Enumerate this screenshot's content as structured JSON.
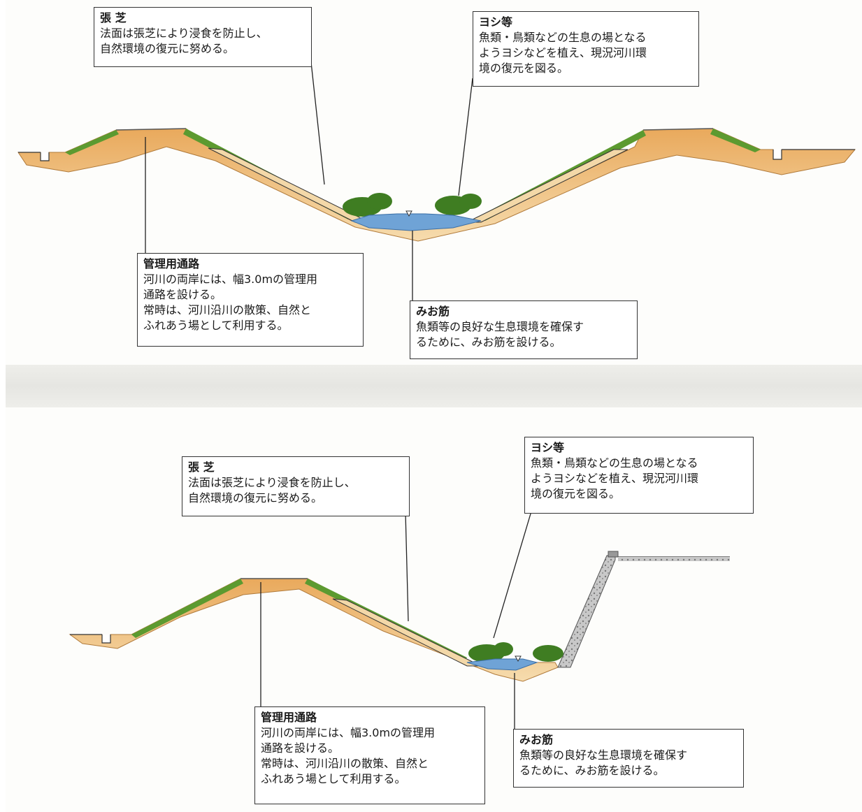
{
  "top": {
    "harishiba": {
      "title": "張 芝",
      "lines": [
        "法面は張芝により浸食を防止し、",
        "自然環境の復元に努める。"
      ]
    },
    "yoshi": {
      "title": "ヨシ等",
      "lines": [
        "魚類・鳥類などの生息の場となる",
        "ようヨシなどを植え、現況河川環",
        "境の復元を図る。"
      ]
    },
    "road": {
      "title": "管理用通路",
      "lines": [
        "河川の両岸には、幅3.0mの管理用",
        "通路を設ける。",
        "常時は、河川沿川の散策、自然と",
        "ふれあう場として利用する。"
      ]
    },
    "mio": {
      "title": "みお筋",
      "lines": [
        "魚類等の良好な生息環境を確保す",
        "るために、みお筋を設ける。"
      ]
    }
  },
  "bottom": {
    "harishiba": {
      "title": "張 芝",
      "lines": [
        "法面は張芝により浸食を防止し、",
        "自然環境の復元に努める。"
      ]
    },
    "yoshi": {
      "title": "ヨシ等",
      "lines": [
        "魚類・鳥類などの生息の場となる",
        "ようヨシなどを植え、現況河川環",
        "境の復元を図る。"
      ]
    },
    "road": {
      "title": "管理用通路",
      "lines": [
        "河川の両岸には、幅3.0mの管理用",
        "通路を設ける。",
        "常時は、河川沿川の散策、自然と",
        "ふれあう場として利用する。"
      ]
    },
    "mio": {
      "title": "みお筋",
      "lines": [
        "魚類等の良好な生息環境を確保す",
        "るために、みお筋を設ける。"
      ]
    }
  },
  "colors": {
    "soil": "#e8b06a",
    "soil_dark": "#c88a45",
    "grass": "#4f8a2a",
    "grass_light": "#7cb342",
    "water": "#6fa3d6",
    "wall": "#9a9a9a"
  }
}
